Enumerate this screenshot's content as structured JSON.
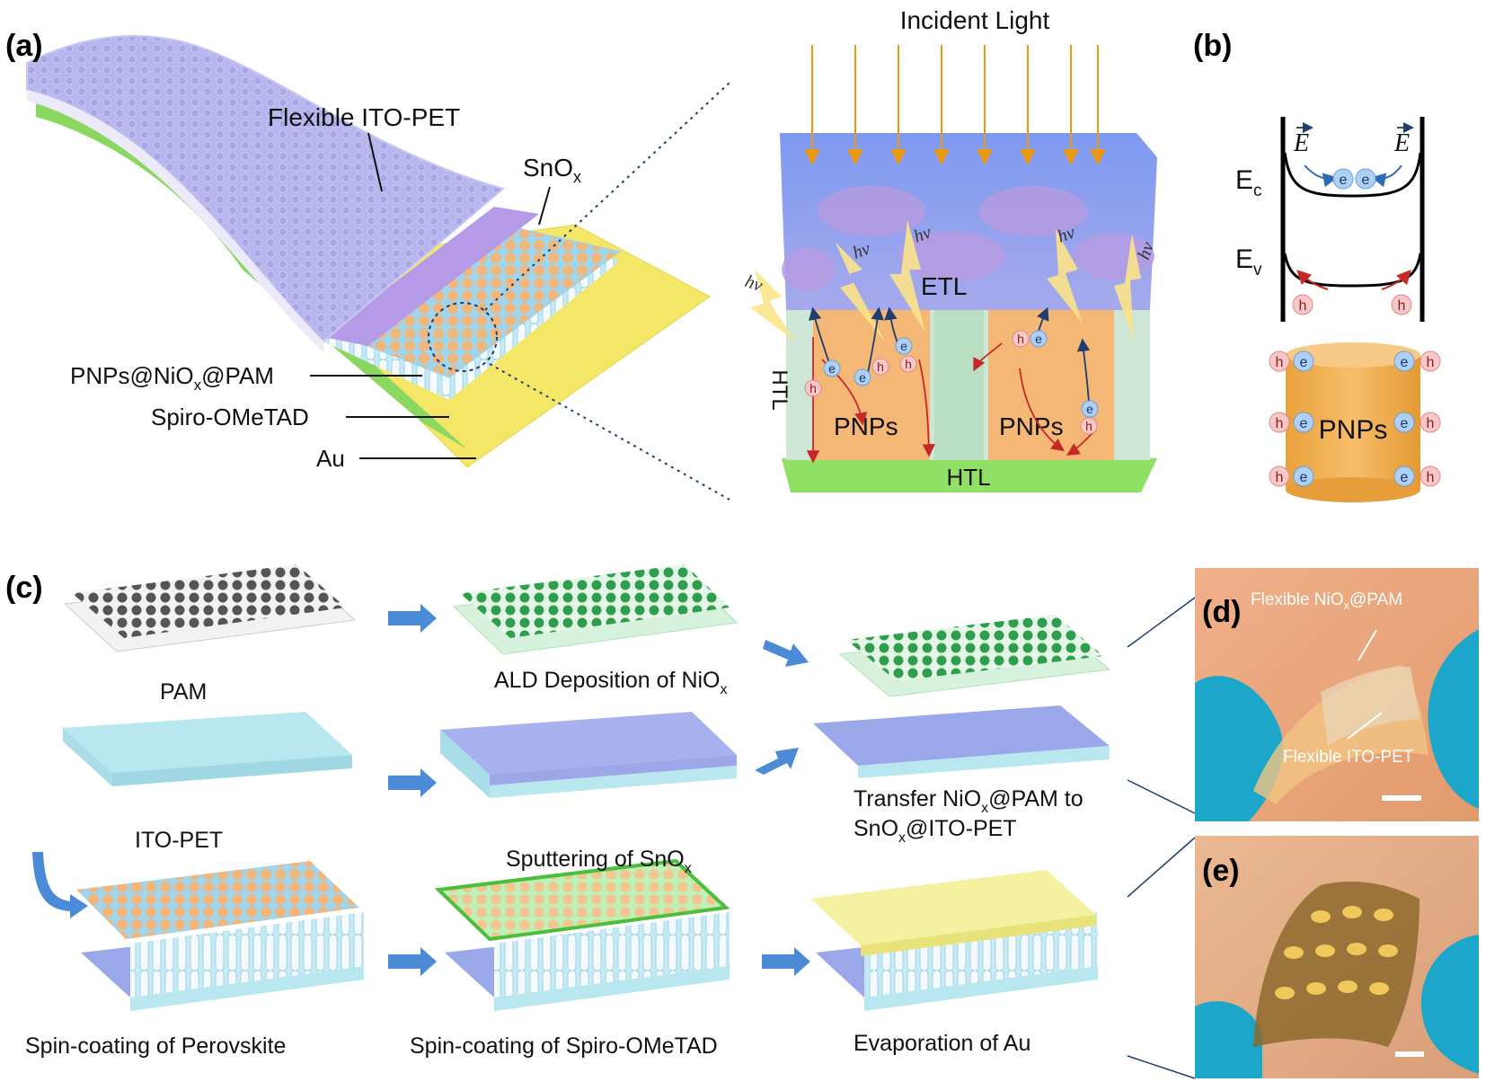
{
  "panel_labels": {
    "a": "(a)",
    "b": "(b)",
    "c": "(c)",
    "d": "(d)",
    "e": "(e)"
  },
  "panel_a": {
    "layer_labels": {
      "ito_pet": "Flexible ITO-PET",
      "snox": "SnO",
      "snox_sub": "x",
      "pnps_1": "PNPs@NiO",
      "pnps_sub": "x",
      "pnps_2": "@PAM",
      "spiro": "Spiro-OMeTAD",
      "au": "Au"
    },
    "cross_section": {
      "title": "Incident Light",
      "etl": "ETL",
      "htl_side": "HTL",
      "htl_bottom": "HTL",
      "pnps_left": "PNPs",
      "pnps_right": "PNPs",
      "photon": "hν",
      "electron": "e",
      "hole": "h"
    }
  },
  "panel_b": {
    "field": "E",
    "ec": "E",
    "ec_sub": "c",
    "ev": "E",
    "ev_sub": "v",
    "electron": "e",
    "hole": "h",
    "pnps": "PNPs"
  },
  "panel_c": {
    "steps": {
      "pam": "PAM",
      "ald_1": "ALD Deposition of NiO",
      "ald_sub": "x",
      "ito": "ITO-PET",
      "sputter_1": "Sputtering of SnO",
      "sputter_sub": "x",
      "transfer_l1_a": "Transfer NiO",
      "transfer_l1_sub": "x",
      "transfer_l1_b": "@PAM to",
      "transfer_l2_a": "SnO",
      "transfer_l2_sub": "x",
      "transfer_l2_b": "@ITO-PET",
      "spin_perov": "Spin-coating of Perovskite",
      "spin_spiro": "Spin-coating of Spiro-OMeTAD",
      "evap_au": "Evaporation of Au"
    }
  },
  "panel_d": {
    "label_nio_1": "Flexible NiO",
    "label_nio_sub": "x",
    "label_nio_2": "@PAM",
    "label_ito": "Flexible ITO-PET"
  },
  "colors": {
    "ito_pet": "#b3b4ec",
    "perovskite": "#f3b47a",
    "spiro": "#7ed957",
    "au": "#f3e86a",
    "etl": "#8aa8ee",
    "light_ray": "#f2a51f",
    "arrow_blue": "#4a8ad6",
    "photo_bg": "#e9a57a"
  }
}
